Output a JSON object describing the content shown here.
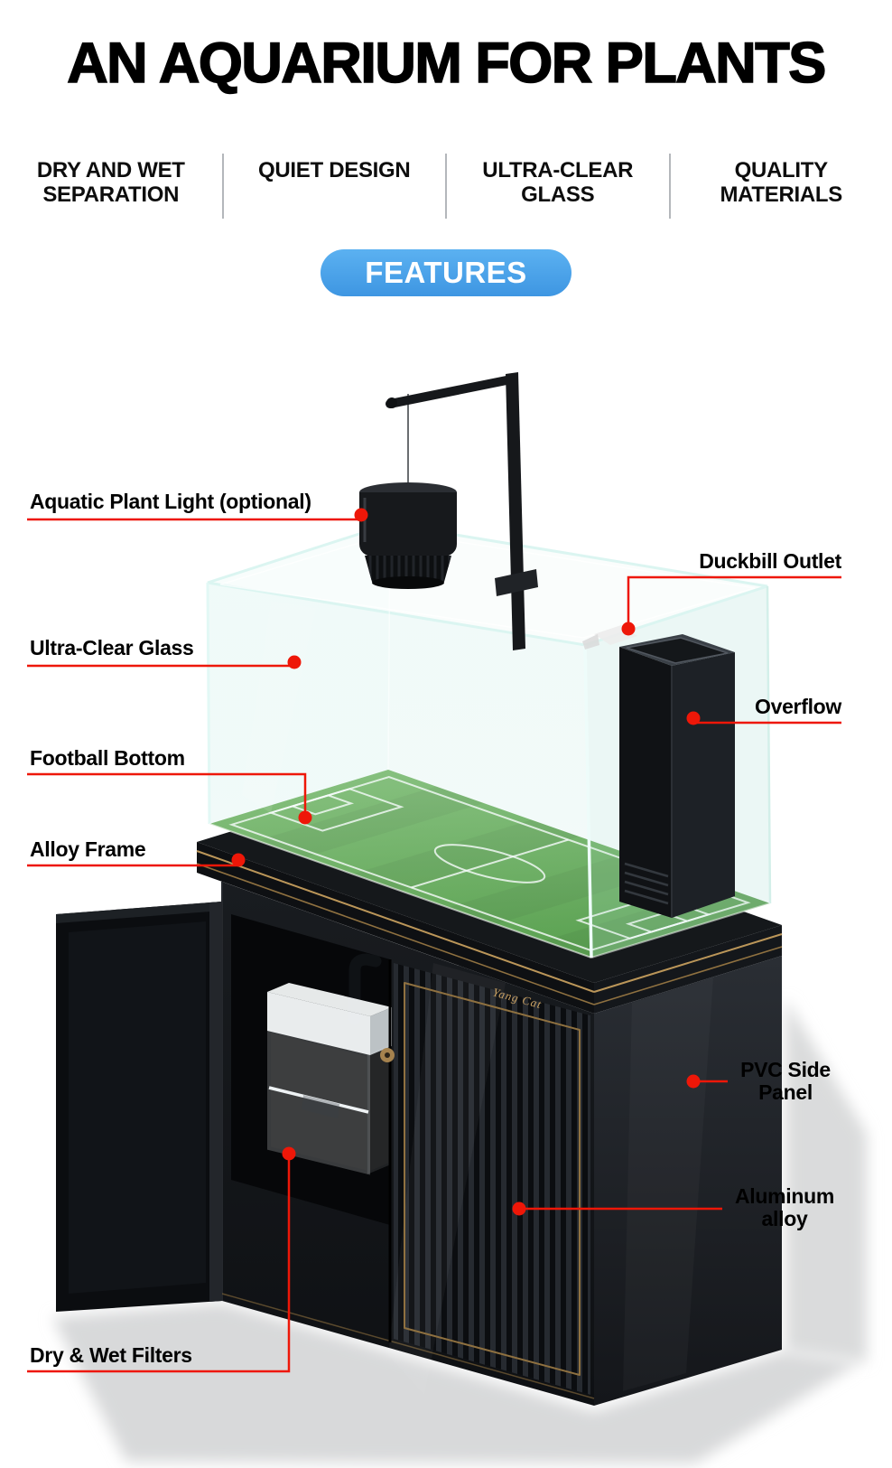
{
  "header": {
    "title": "AN AQUARIUM FOR PLANTS",
    "feature_bar": [
      {
        "label": "DRY AND WET SEPARATION"
      },
      {
        "label": "QUIET DESIGN"
      },
      {
        "label": "ULTRA-CLEAR GLASS"
      },
      {
        "label": "QUALITY MATERIALS"
      }
    ],
    "features_pill": "FEATURES"
  },
  "callouts": {
    "aquatic_plant_light": "Aquatic Plant Light (optional)",
    "duckbill_outlet": "Duckbill Outlet",
    "ultra_clear_glass": "Ultra-Clear Glass",
    "overflow": "Overflow",
    "football_bottom": "Football Bottom",
    "alloy_frame": "Alloy Frame",
    "pvc_side_panel": "PVC Side Panel",
    "aluminum_alloy": "Aluminum alloy",
    "dry_wet_filters": "Dry & Wet Filters"
  },
  "illustration": {
    "brand_text": "Yang Cat",
    "colors": {
      "accent_red": "#ee1708",
      "pill_blue": "#4aa2ea",
      "field_green": "#5ca74c",
      "gold_trim": "#b08c52",
      "cabinet_black": "#15171b"
    }
  }
}
